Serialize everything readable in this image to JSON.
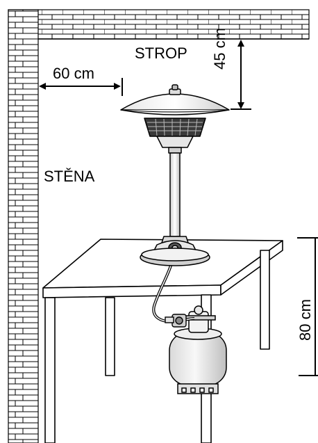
{
  "labels": {
    "ceiling": "STROP",
    "wall": "STĚNA",
    "horizontal_clearance": "60 cm",
    "vertical_clearance": "45 cm",
    "table_height": "80 cm"
  },
  "colors": {
    "line": "#000000",
    "background": "#ffffff",
    "metal_light": "#d8d8d8",
    "metal_mid": "#a8a8a8",
    "metal_dark": "#555555"
  }
}
